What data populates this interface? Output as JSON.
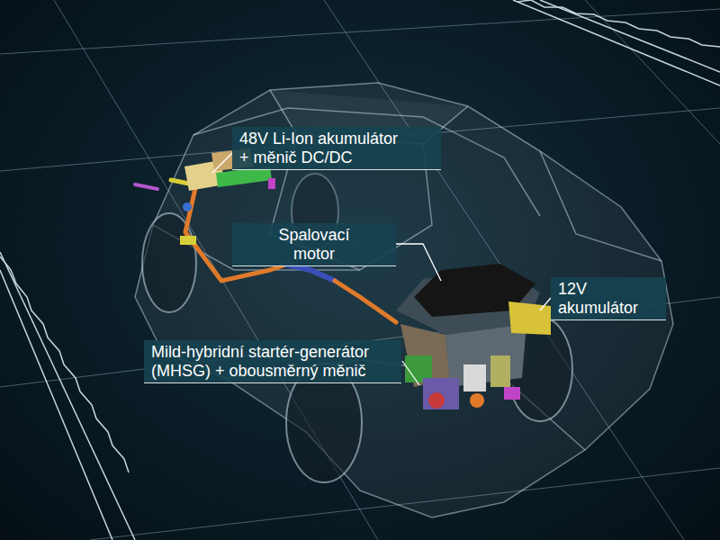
{
  "diagram": {
    "nodes": [
      {
        "text": [
          "48V Li-Ion akumulátor + měnič DC/DC"
        ]
      },
      {
        "text": [
          "Spalovací motor"
        ]
      },
      {
        "text": [
          "12V akumulátor"
        ]
      },
      {
        "text": [
          "Mild-hybridní startér-generátor (MHSG) + obousměrný měnič"
        ]
      }
    ]
  }
}
